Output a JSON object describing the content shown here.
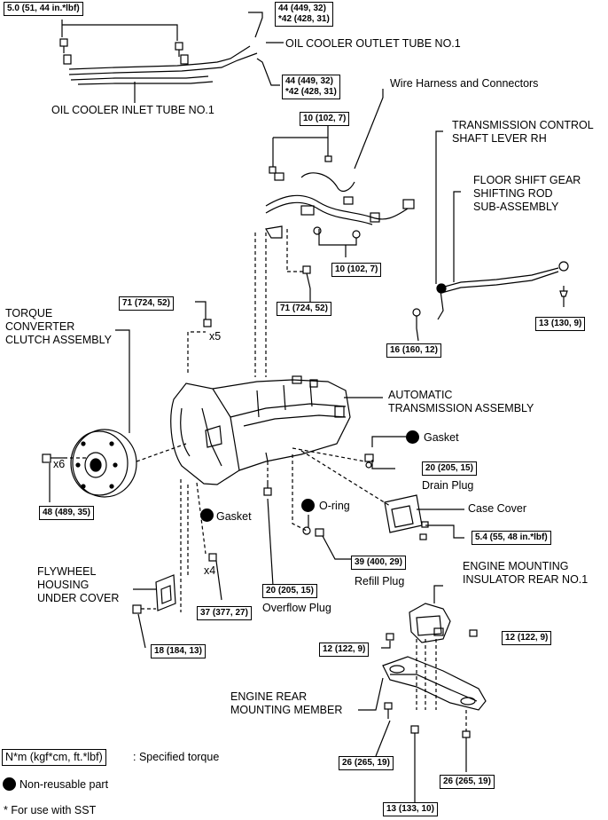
{
  "torques": {
    "t_pipe_clamp": "5.0 (51, 44 in.*lbf)",
    "t_outlet_a": "44 (449, 32)",
    "t_outlet_b": "*42 (428, 31)",
    "t_inlet_a": "44 (449, 32)",
    "t_inlet_b": "*42 (428, 31)",
    "t_harness_top": "10 (102, 7)",
    "t_harness_bottom": "10 (102, 7)",
    "t_bracket_bolt": "71 (724, 52)",
    "t_bellhousing": "71 (724, 52)",
    "t_lever_nut": "13 (130, 9)",
    "t_lever_rh": "16 (160, 12)",
    "t_converter": "48 (489, 35)",
    "t_drain": "20 (205, 15)",
    "t_overflow": "20 (205, 15)",
    "t_refill": "39 (400, 29)",
    "t_case_cover": "5.4 (55, 48 in.*lbf)",
    "t_x4": "37 (377, 27)",
    "t_under_cover": "18 (184, 13)",
    "t_insulator_left": "12 (122, 9)",
    "t_insulator_right": "12 (122, 9)",
    "t_member_left": "26 (265, 19)",
    "t_member_right": "26 (265, 19)",
    "t_member_center": "13 (133, 10)"
  },
  "labels": {
    "oil_cooler_outlet": "OIL COOLER OUTLET TUBE NO.1",
    "oil_cooler_inlet": "OIL COOLER INLET TUBE NO.1",
    "wire_harness": "Wire Harness and Connectors",
    "trans_lever_1": "TRANSMISSION CONTROL",
    "trans_lever_2": "SHAFT LEVER RH",
    "floor_shift_1": "FLOOR SHIFT GEAR",
    "floor_shift_2": "SHIFTING ROD",
    "floor_shift_3": "SUB-ASSEMBLY",
    "torque_conv_1": "TORQUE",
    "torque_conv_2": "CONVERTER",
    "torque_conv_3": "CLUTCH ASSEMBLY",
    "auto_trans_1": "AUTOMATIC",
    "auto_trans_2": "TRANSMISSION ASSEMBLY",
    "gasket_drain": "Gasket",
    "drain_plug": "Drain Plug",
    "case_cover": "Case Cover",
    "gasket_overflow": "Gasket",
    "o_ring": "O-ring",
    "overflow_plug": "Overflow Plug",
    "refill_plug": "Refill Plug",
    "flywheel_1": "FLYWHEEL",
    "flywheel_2": "HOUSING",
    "flywheel_3": "UNDER COVER",
    "engine_mount_1": "ENGINE MOUNTING",
    "engine_mount_2": "INSULATOR REAR NO.1",
    "engine_rear_1": "ENGINE REAR",
    "engine_rear_2": "MOUNTING MEMBER",
    "x5": "x5",
    "x6": "x6",
    "x4": "x4"
  },
  "legend": {
    "unit": "N*m (kgf*cm, ft.*lbf)",
    "unit_desc": ": Specified torque",
    "non_reusable": "Non-reusable part",
    "sst": "* For use with SST"
  }
}
